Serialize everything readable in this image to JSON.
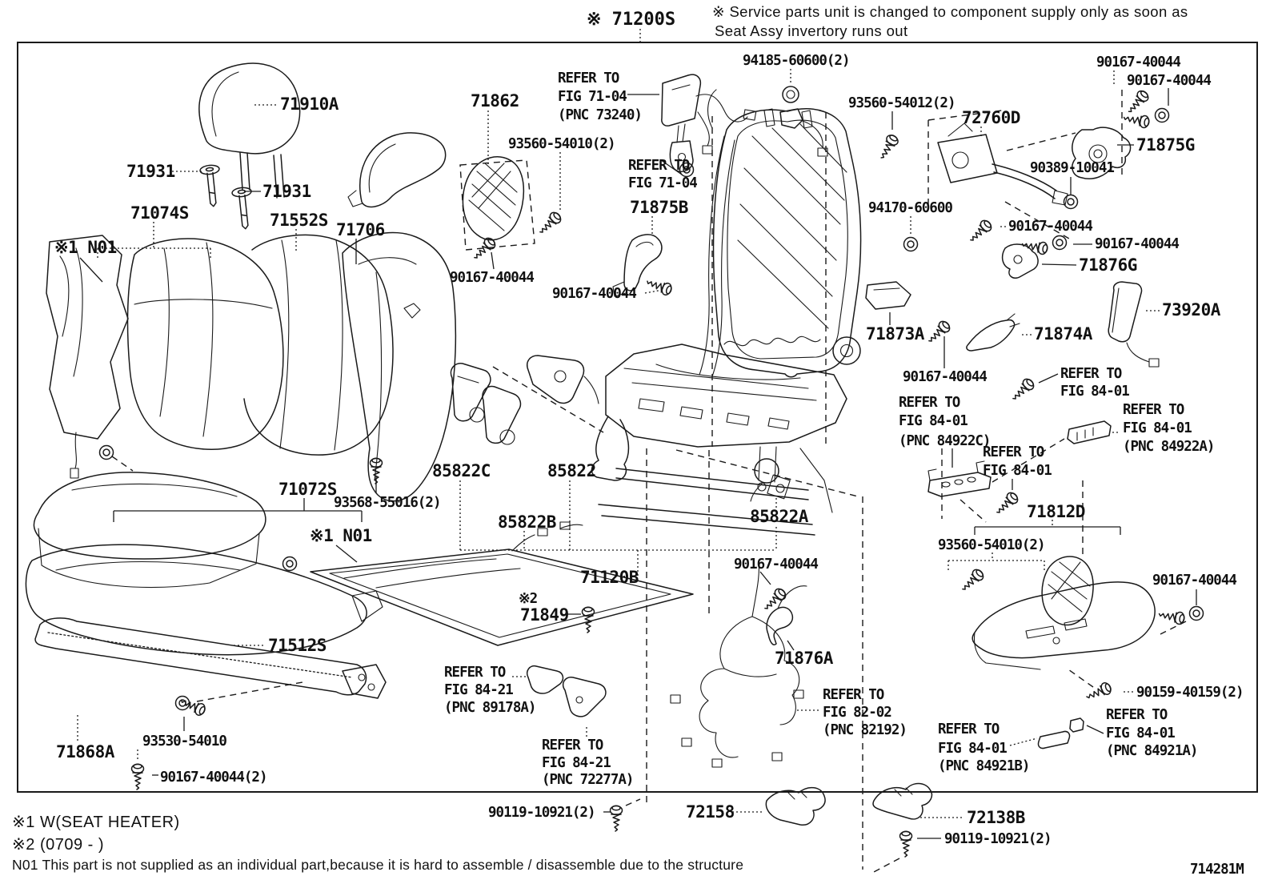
{
  "header": {
    "assembly_no": "※ 71200S",
    "notice_line1": "※ Service parts unit is changed to component supply only as soon as",
    "notice_line2": "Seat Assy invertory runs out"
  },
  "strings": {
    "refer_to": "REFER TO",
    "fig_71_04": "FIG 71-04",
    "fig_84_01": "FIG 84-01",
    "fig_84_21": "FIG 84-21",
    "fig_82_02": "FIG 82-02",
    "pnc_73240": "(PNC 73240)",
    "pnc_84922C": "(PNC 84922C)",
    "pnc_84922A": "(PNC 84922A)",
    "pnc_84921B": "(PNC 84921B)",
    "pnc_84921A": "(PNC 84921A)",
    "pnc_89178A": "(PNC 89178A)",
    "pnc_72277A": "(PNC 72277A)",
    "pnc_82192": "(PNC 82192)"
  },
  "parts": {
    "p71910A": "71910A",
    "p71931": "71931",
    "p71074S": "71074S",
    "p71552S": "71552S",
    "p71706": "71706",
    "p71862": "71862",
    "p93560_54010": "93560-54010(2)",
    "p93560_54012": "93560-54012(2)",
    "p90167_40044": "90167-40044",
    "p90167_40044_x2": "90167-40044(2)",
    "p94185_60600": "94185-60600(2)",
    "p94170_60600": "94170-60600",
    "p90389_10041": "90389-10041",
    "p72760D": "72760D",
    "p71875G": "71875G",
    "p71876G": "71876G",
    "p71875B": "71875B",
    "p71873A": "71873A",
    "p71874A": "71874A",
    "p73920A": "73920A",
    "p71812D": "71812D",
    "p85822C": "85822C",
    "p85822": "85822",
    "p85822B": "85822B",
    "p85822A": "85822A",
    "p71120B": "71120B",
    "p71849": "71849",
    "p71072S": "71072S",
    "p93568_55016": "93568-55016(2)",
    "p71512S": "71512S",
    "p71876A": "71876A",
    "p71868A": "71868A",
    "p93530_54010": "93530-54010",
    "p90119_10921": "90119-10921(2)",
    "p90159_40159": "90159-40159(2)",
    "p72158": "72158",
    "p72138B": "72138B",
    "note1_n01": "※1 N01",
    "note2_mark": "※2"
  },
  "footnotes": {
    "line1": "※1 W(SEAT HEATER)",
    "line2": "※2 (0709 -      )",
    "line3": "N01 This part is not supplied as an individual part,because it is hard to assemble / disassemble due to the structure"
  },
  "doc_number": "714281M",
  "colors": {
    "ink": "#1a1a1a",
    "background": "#ffffff"
  }
}
